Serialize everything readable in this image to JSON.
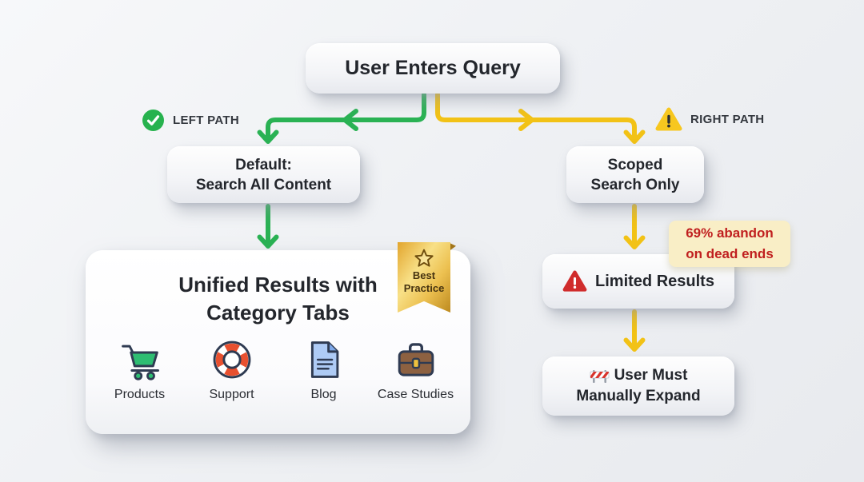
{
  "flow": {
    "root": {
      "label": "User Enters Query"
    },
    "left_path": {
      "label": "LEFT PATH",
      "step1": {
        "line1": "Default:",
        "line2": "Search All Content"
      },
      "result": {
        "title_line1": "Unified Results with",
        "title_line2": "Category Tabs",
        "badge": {
          "line1": "Best",
          "line2": "Practice"
        },
        "categories": [
          {
            "label": "Products",
            "icon": "cart-icon"
          },
          {
            "label": "Support",
            "icon": "life-ring-icon"
          },
          {
            "label": "Blog",
            "icon": "document-icon"
          },
          {
            "label": "Case Studies",
            "icon": "briefcase-icon"
          }
        ]
      }
    },
    "right_path": {
      "label": "RIGHT PATH",
      "step1": {
        "line1": "Scoped",
        "line2": "Search Only"
      },
      "annotation": {
        "line1": "69% abandon",
        "line2": "on dead ends"
      },
      "step2": {
        "label": "Limited Results"
      },
      "step3": {
        "line1": "User Must",
        "line2": "Manually Expand"
      }
    },
    "colors": {
      "green": "#2ab254",
      "yellow": "#f2c216",
      "red_text": "#c01f1f",
      "annotation_bg": "#f9eec6",
      "node_text": "#23262c"
    }
  }
}
